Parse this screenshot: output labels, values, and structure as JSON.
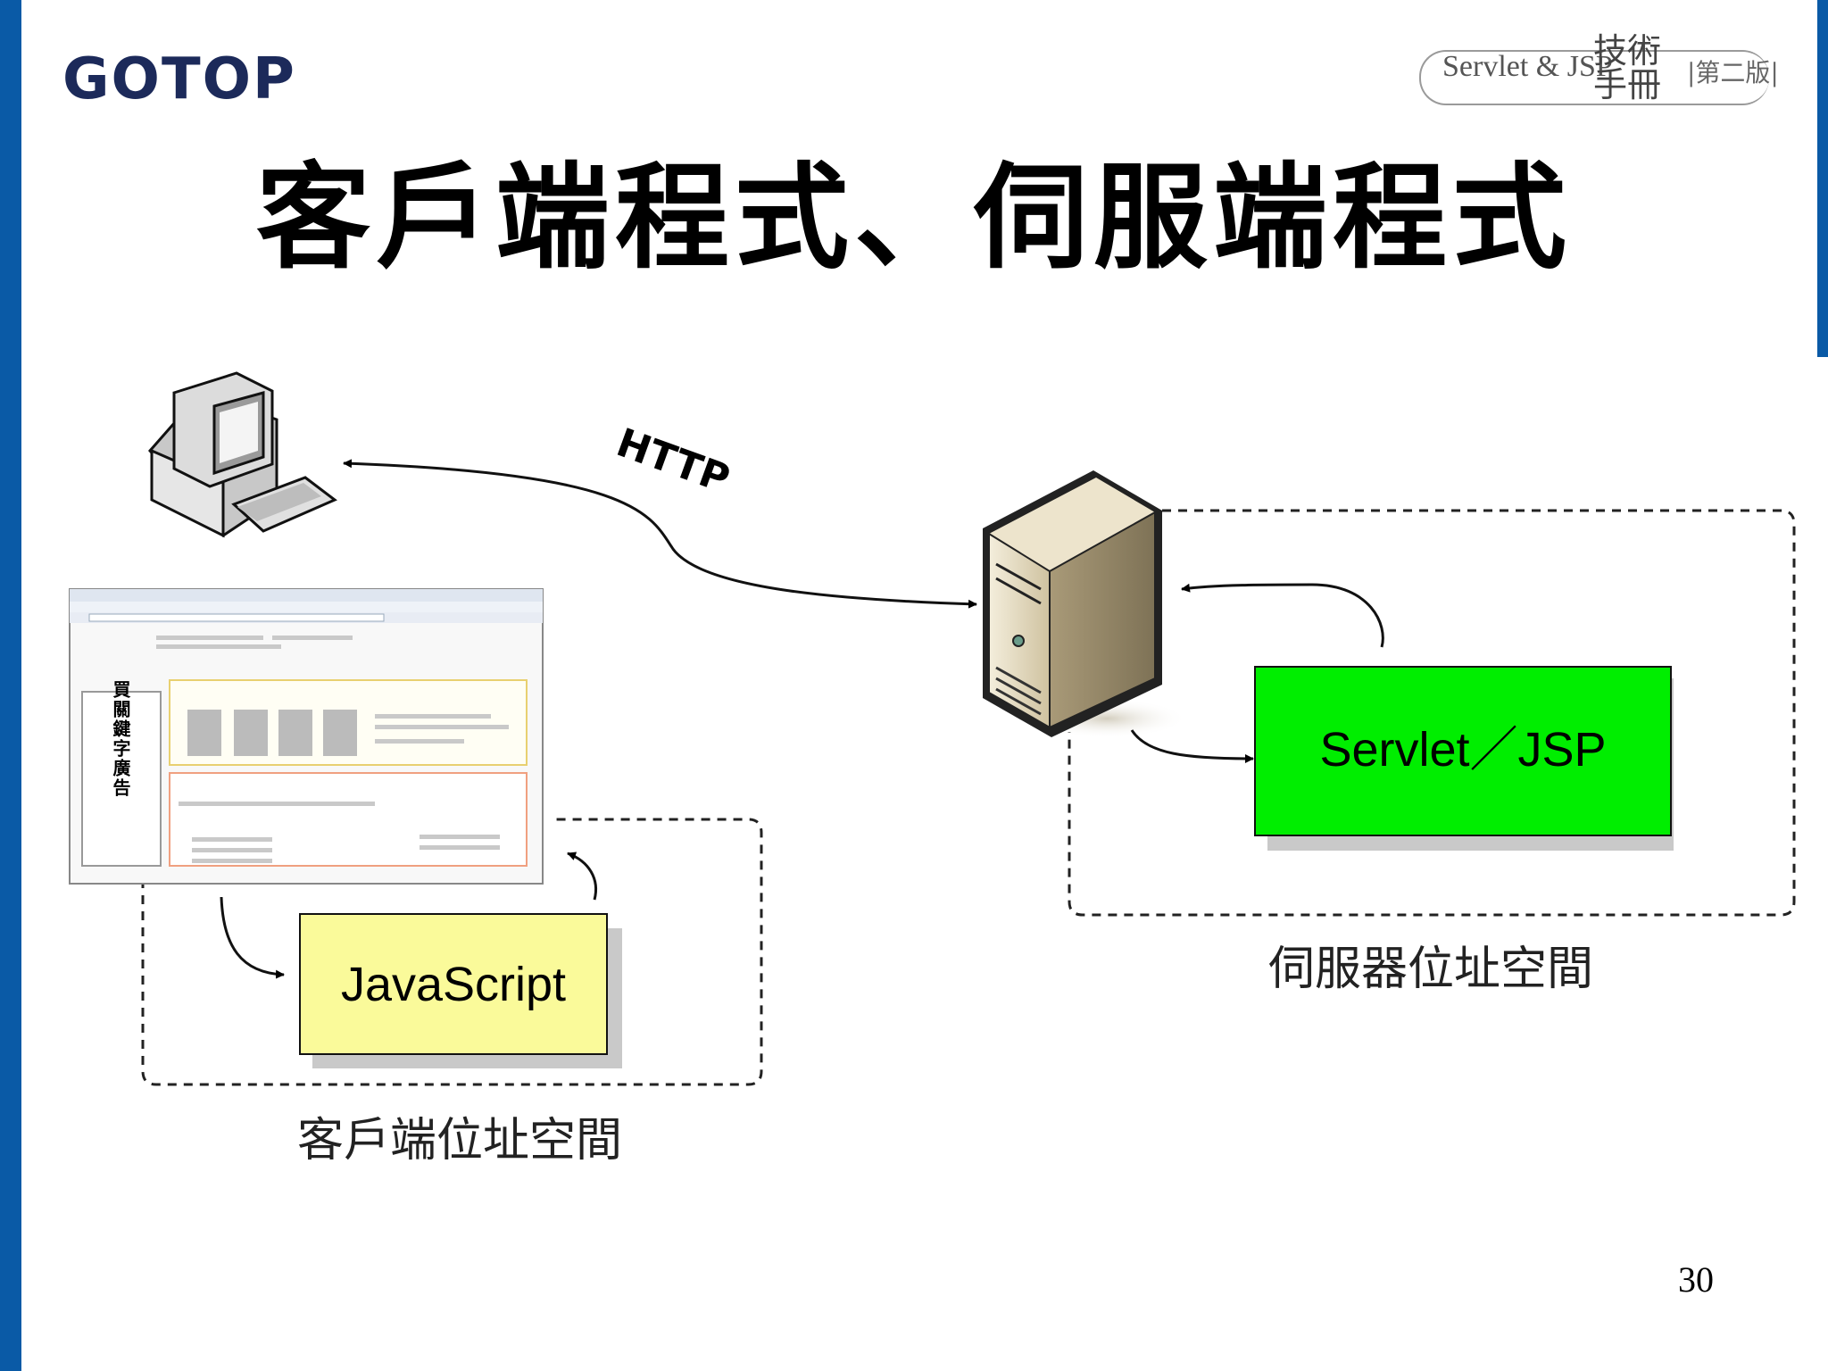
{
  "logo": {
    "text": "GOTOP"
  },
  "badge": {
    "book_title": "Servlet & JSP",
    "calligraphy": "技術手冊",
    "edition": "|第二版|"
  },
  "slide": {
    "title": "客戶端程式、伺服端程式",
    "page_number": "30"
  },
  "diagram": {
    "http_label": "HTTP",
    "javascript_box": "JavaScript",
    "servlet_box": "Servlet／JSP",
    "client_space_label": "客戶端位址空間",
    "server_space_label": "伺服器位址空間",
    "browser_sidebar_text": "買關鍵字廣告",
    "colors": {
      "servlet_fill": "#00ee00",
      "javascript_fill": "#fafa9a",
      "accent_bar": "#0a5aa6"
    }
  }
}
